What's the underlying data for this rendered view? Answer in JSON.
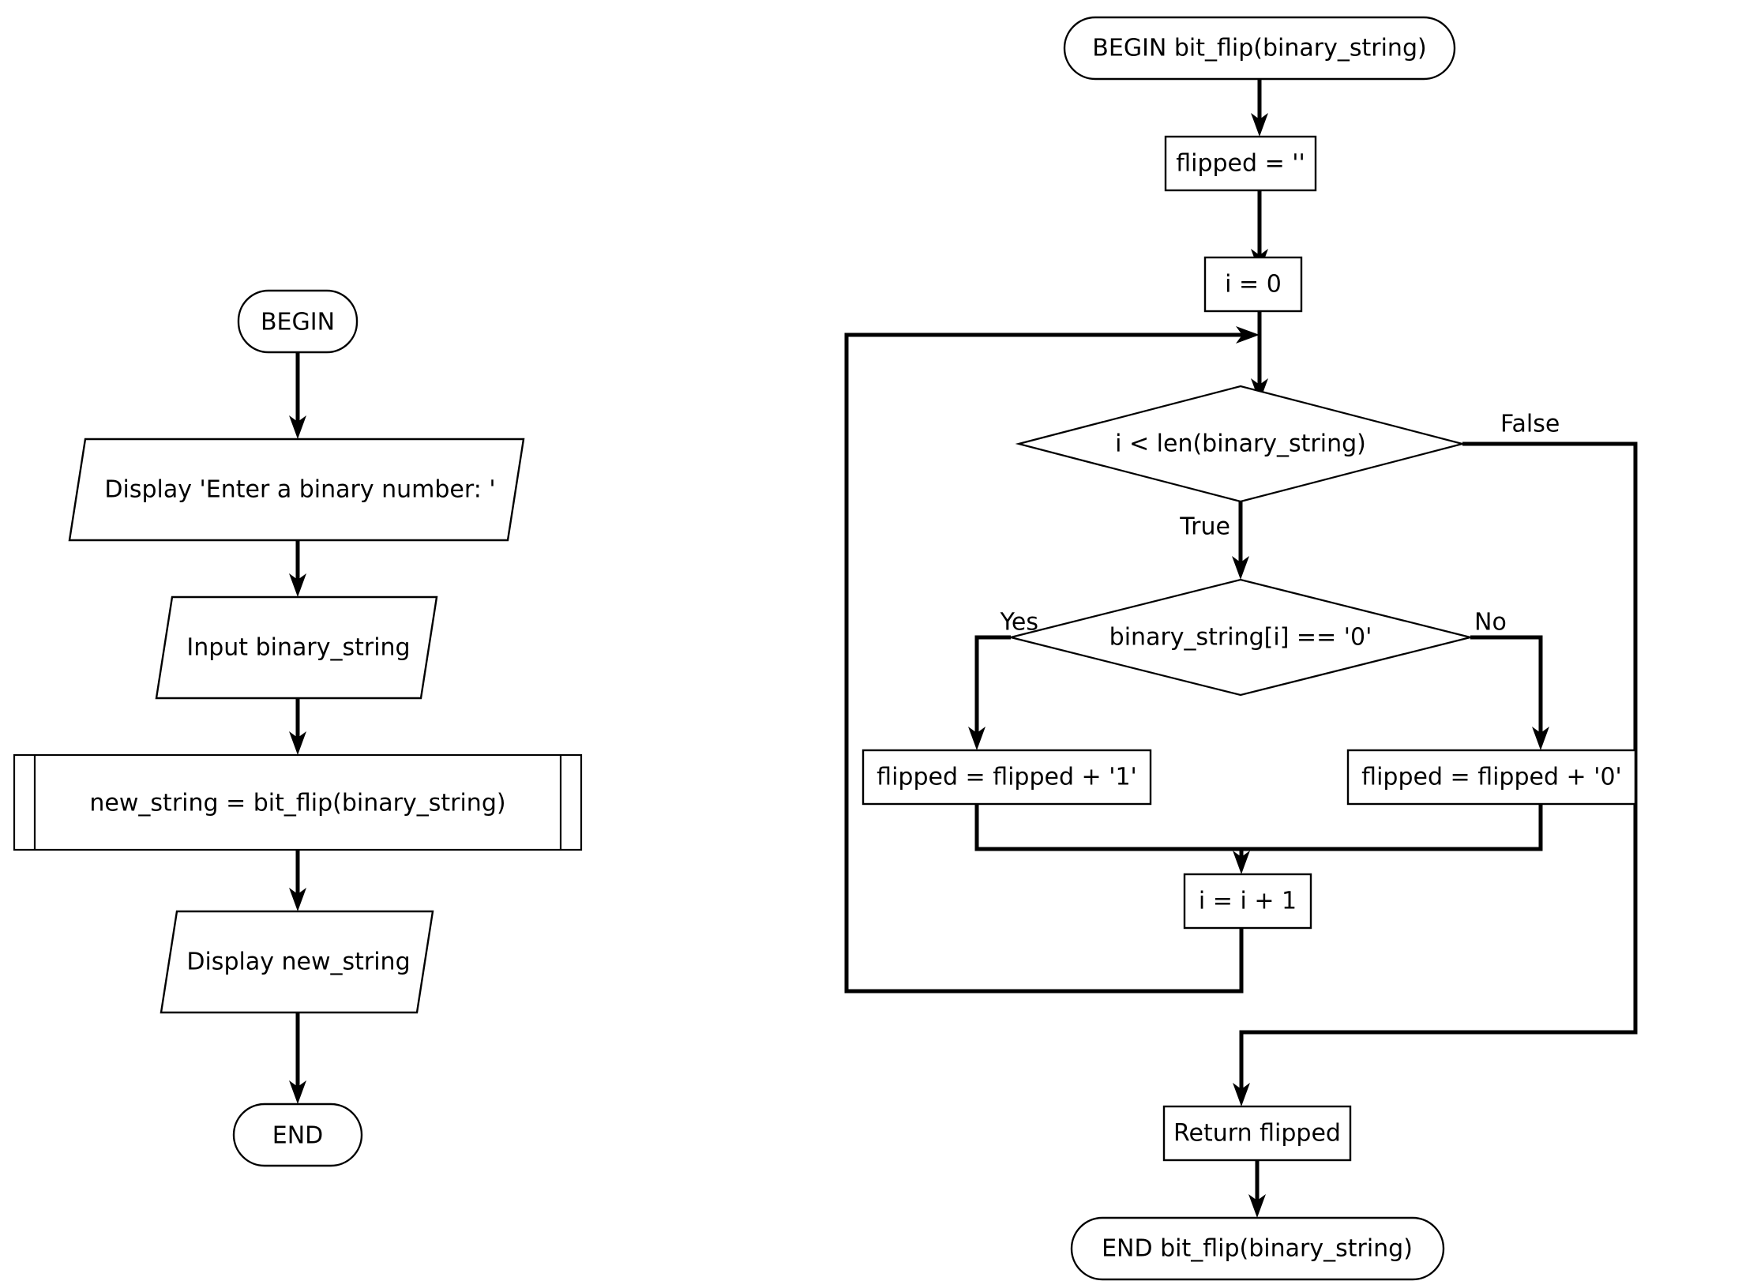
{
  "diagram": {
    "type": "flowchart",
    "title": "bit_flip binary string flowchart",
    "background_color": "#ffffff",
    "stroke_color": "#000000",
    "charts": [
      {
        "name": "main-program",
        "nodes": [
          {
            "id": "begin",
            "shape": "terminal",
            "label": "BEGIN"
          },
          {
            "id": "prompt",
            "shape": "parallelogram",
            "label": "Display 'Enter a binary number: '"
          },
          {
            "id": "input",
            "shape": "parallelogram",
            "label": "Input binary_string"
          },
          {
            "id": "call",
            "shape": "subroutine",
            "label": "new_string = bit_flip(binary_string)"
          },
          {
            "id": "output",
            "shape": "parallelogram",
            "label": "Display new_string"
          },
          {
            "id": "end",
            "shape": "terminal",
            "label": "END"
          }
        ],
        "edges": [
          {
            "from": "begin",
            "to": "prompt",
            "label": ""
          },
          {
            "from": "prompt",
            "to": "input",
            "label": ""
          },
          {
            "from": "input",
            "to": "call",
            "label": ""
          },
          {
            "from": "call",
            "to": "output",
            "label": ""
          },
          {
            "from": "output",
            "to": "end",
            "label": ""
          }
        ]
      },
      {
        "name": "bit-flip-subroutine",
        "nodes": [
          {
            "id": "sub_begin",
            "shape": "terminal",
            "label": "BEGIN bit_flip(binary_string)"
          },
          {
            "id": "init_flipped",
            "shape": "rect",
            "label": "flipped = ''"
          },
          {
            "id": "init_i",
            "shape": "rect",
            "label": "i = 0"
          },
          {
            "id": "loop_cond",
            "shape": "diamond",
            "label": "i < len(binary_string)"
          },
          {
            "id": "bit_cond",
            "shape": "diamond",
            "label": "binary_string[i] == '0'"
          },
          {
            "id": "append_one",
            "shape": "rect",
            "label": "flipped = flipped + '1'"
          },
          {
            "id": "append_zero",
            "shape": "rect",
            "label": "flipped = flipped + '0'"
          },
          {
            "id": "incr",
            "shape": "rect",
            "label": "i = i + 1"
          },
          {
            "id": "ret",
            "shape": "rect",
            "label": "Return flipped"
          },
          {
            "id": "sub_end",
            "shape": "terminal",
            "label": "END bit_flip(binary_string)"
          }
        ],
        "edges": [
          {
            "from": "sub_begin",
            "to": "init_flipped",
            "label": ""
          },
          {
            "from": "init_flipped",
            "to": "init_i",
            "label": ""
          },
          {
            "from": "init_i",
            "to": "loop_cond",
            "label": ""
          },
          {
            "from": "loop_cond",
            "to": "bit_cond",
            "label": "True"
          },
          {
            "from": "loop_cond",
            "to": "ret",
            "label": "False"
          },
          {
            "from": "bit_cond",
            "to": "append_one",
            "label": "Yes"
          },
          {
            "from": "bit_cond",
            "to": "append_zero",
            "label": "No"
          },
          {
            "from": "append_one",
            "to": "incr",
            "label": ""
          },
          {
            "from": "append_zero",
            "to": "incr",
            "label": ""
          },
          {
            "from": "incr",
            "to": "loop_cond",
            "label": ""
          },
          {
            "from": "ret",
            "to": "sub_end",
            "label": ""
          }
        ],
        "edge_labels": {
          "true": "True",
          "false": "False",
          "yes": "Yes",
          "no": "No"
        }
      }
    ]
  }
}
